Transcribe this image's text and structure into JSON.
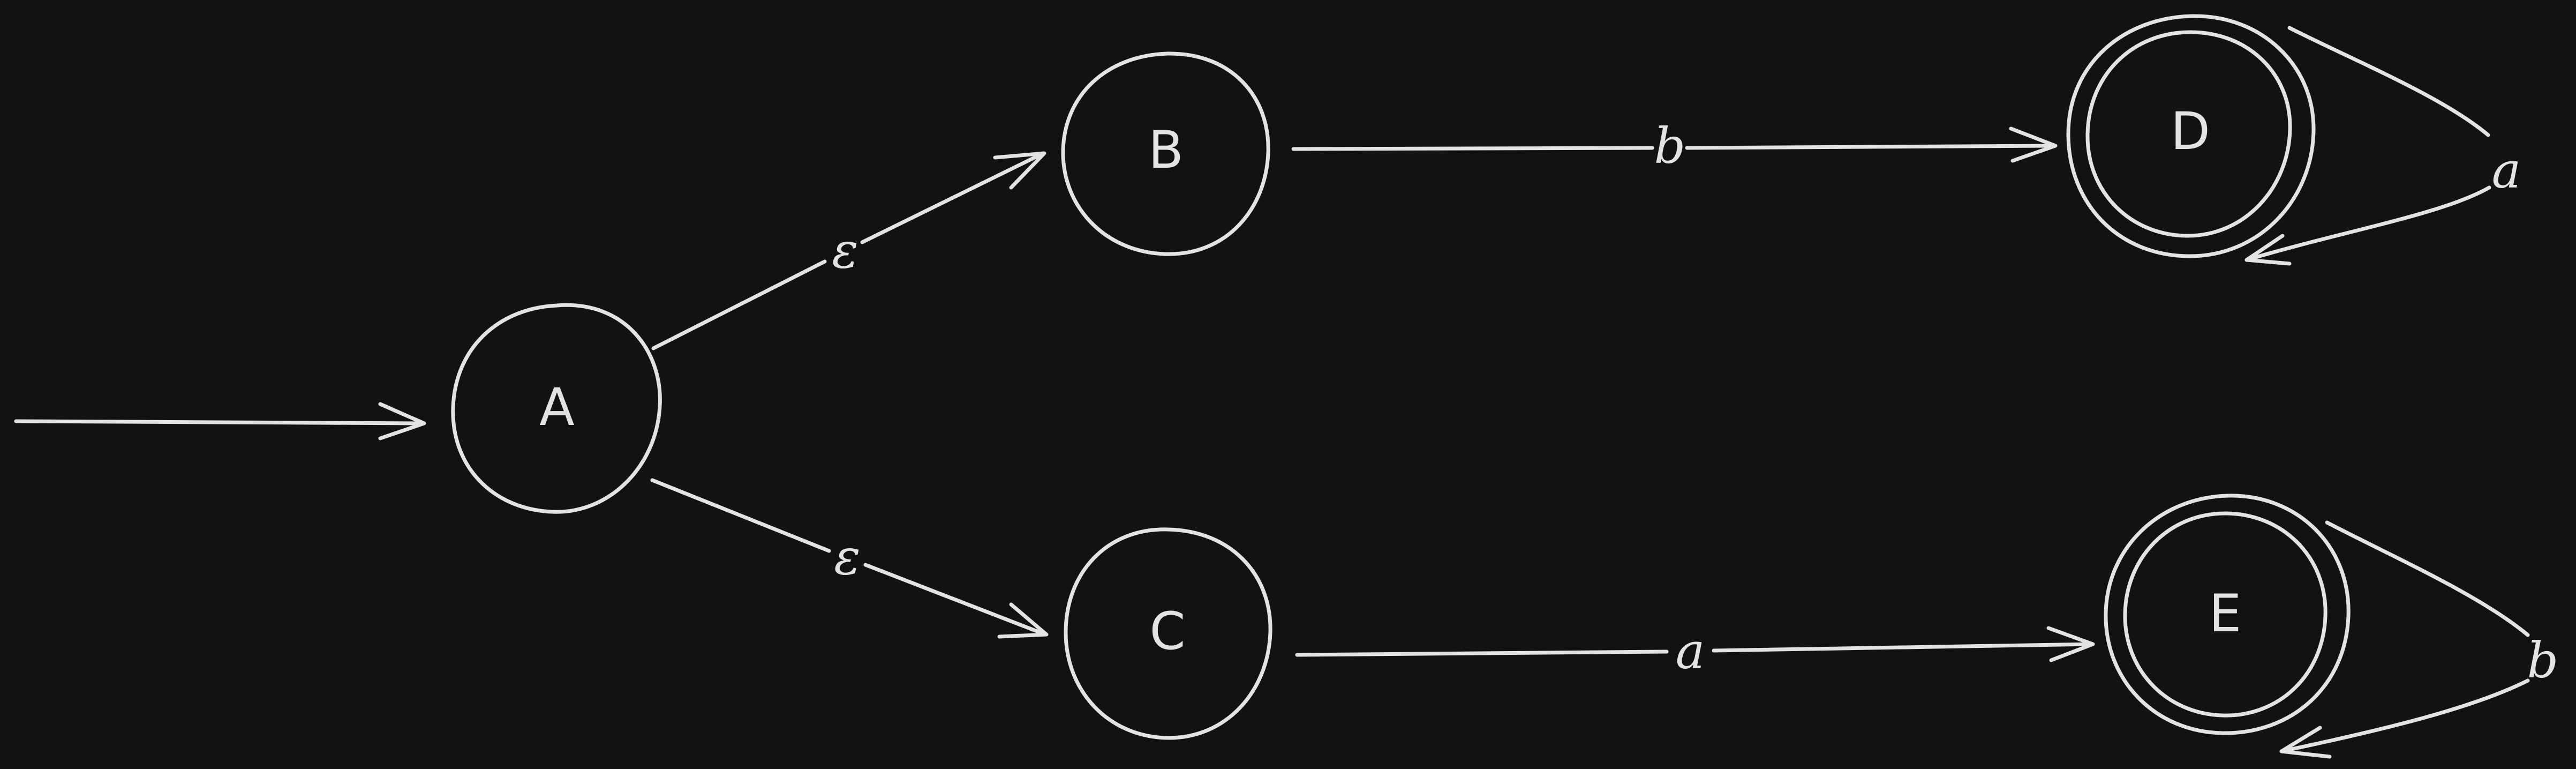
{
  "diagram": {
    "background": "#121212",
    "stroke_color": "#e3e3e3",
    "states": [
      {
        "id": "A",
        "label": "A",
        "start": true,
        "accepting": false
      },
      {
        "id": "B",
        "label": "B",
        "start": false,
        "accepting": false
      },
      {
        "id": "C",
        "label": "C",
        "start": false,
        "accepting": false
      },
      {
        "id": "D",
        "label": "D",
        "start": false,
        "accepting": true
      },
      {
        "id": "E",
        "label": "E",
        "start": false,
        "accepting": true
      }
    ],
    "transitions": [
      {
        "from": "A",
        "to": "B",
        "label": "ε"
      },
      {
        "from": "A",
        "to": "C",
        "label": "ε"
      },
      {
        "from": "B",
        "to": "D",
        "label": "b"
      },
      {
        "from": "C",
        "to": "E",
        "label": "a"
      },
      {
        "from": "D",
        "to": "D",
        "label": "a"
      },
      {
        "from": "E",
        "to": "E",
        "label": "b"
      }
    ]
  }
}
